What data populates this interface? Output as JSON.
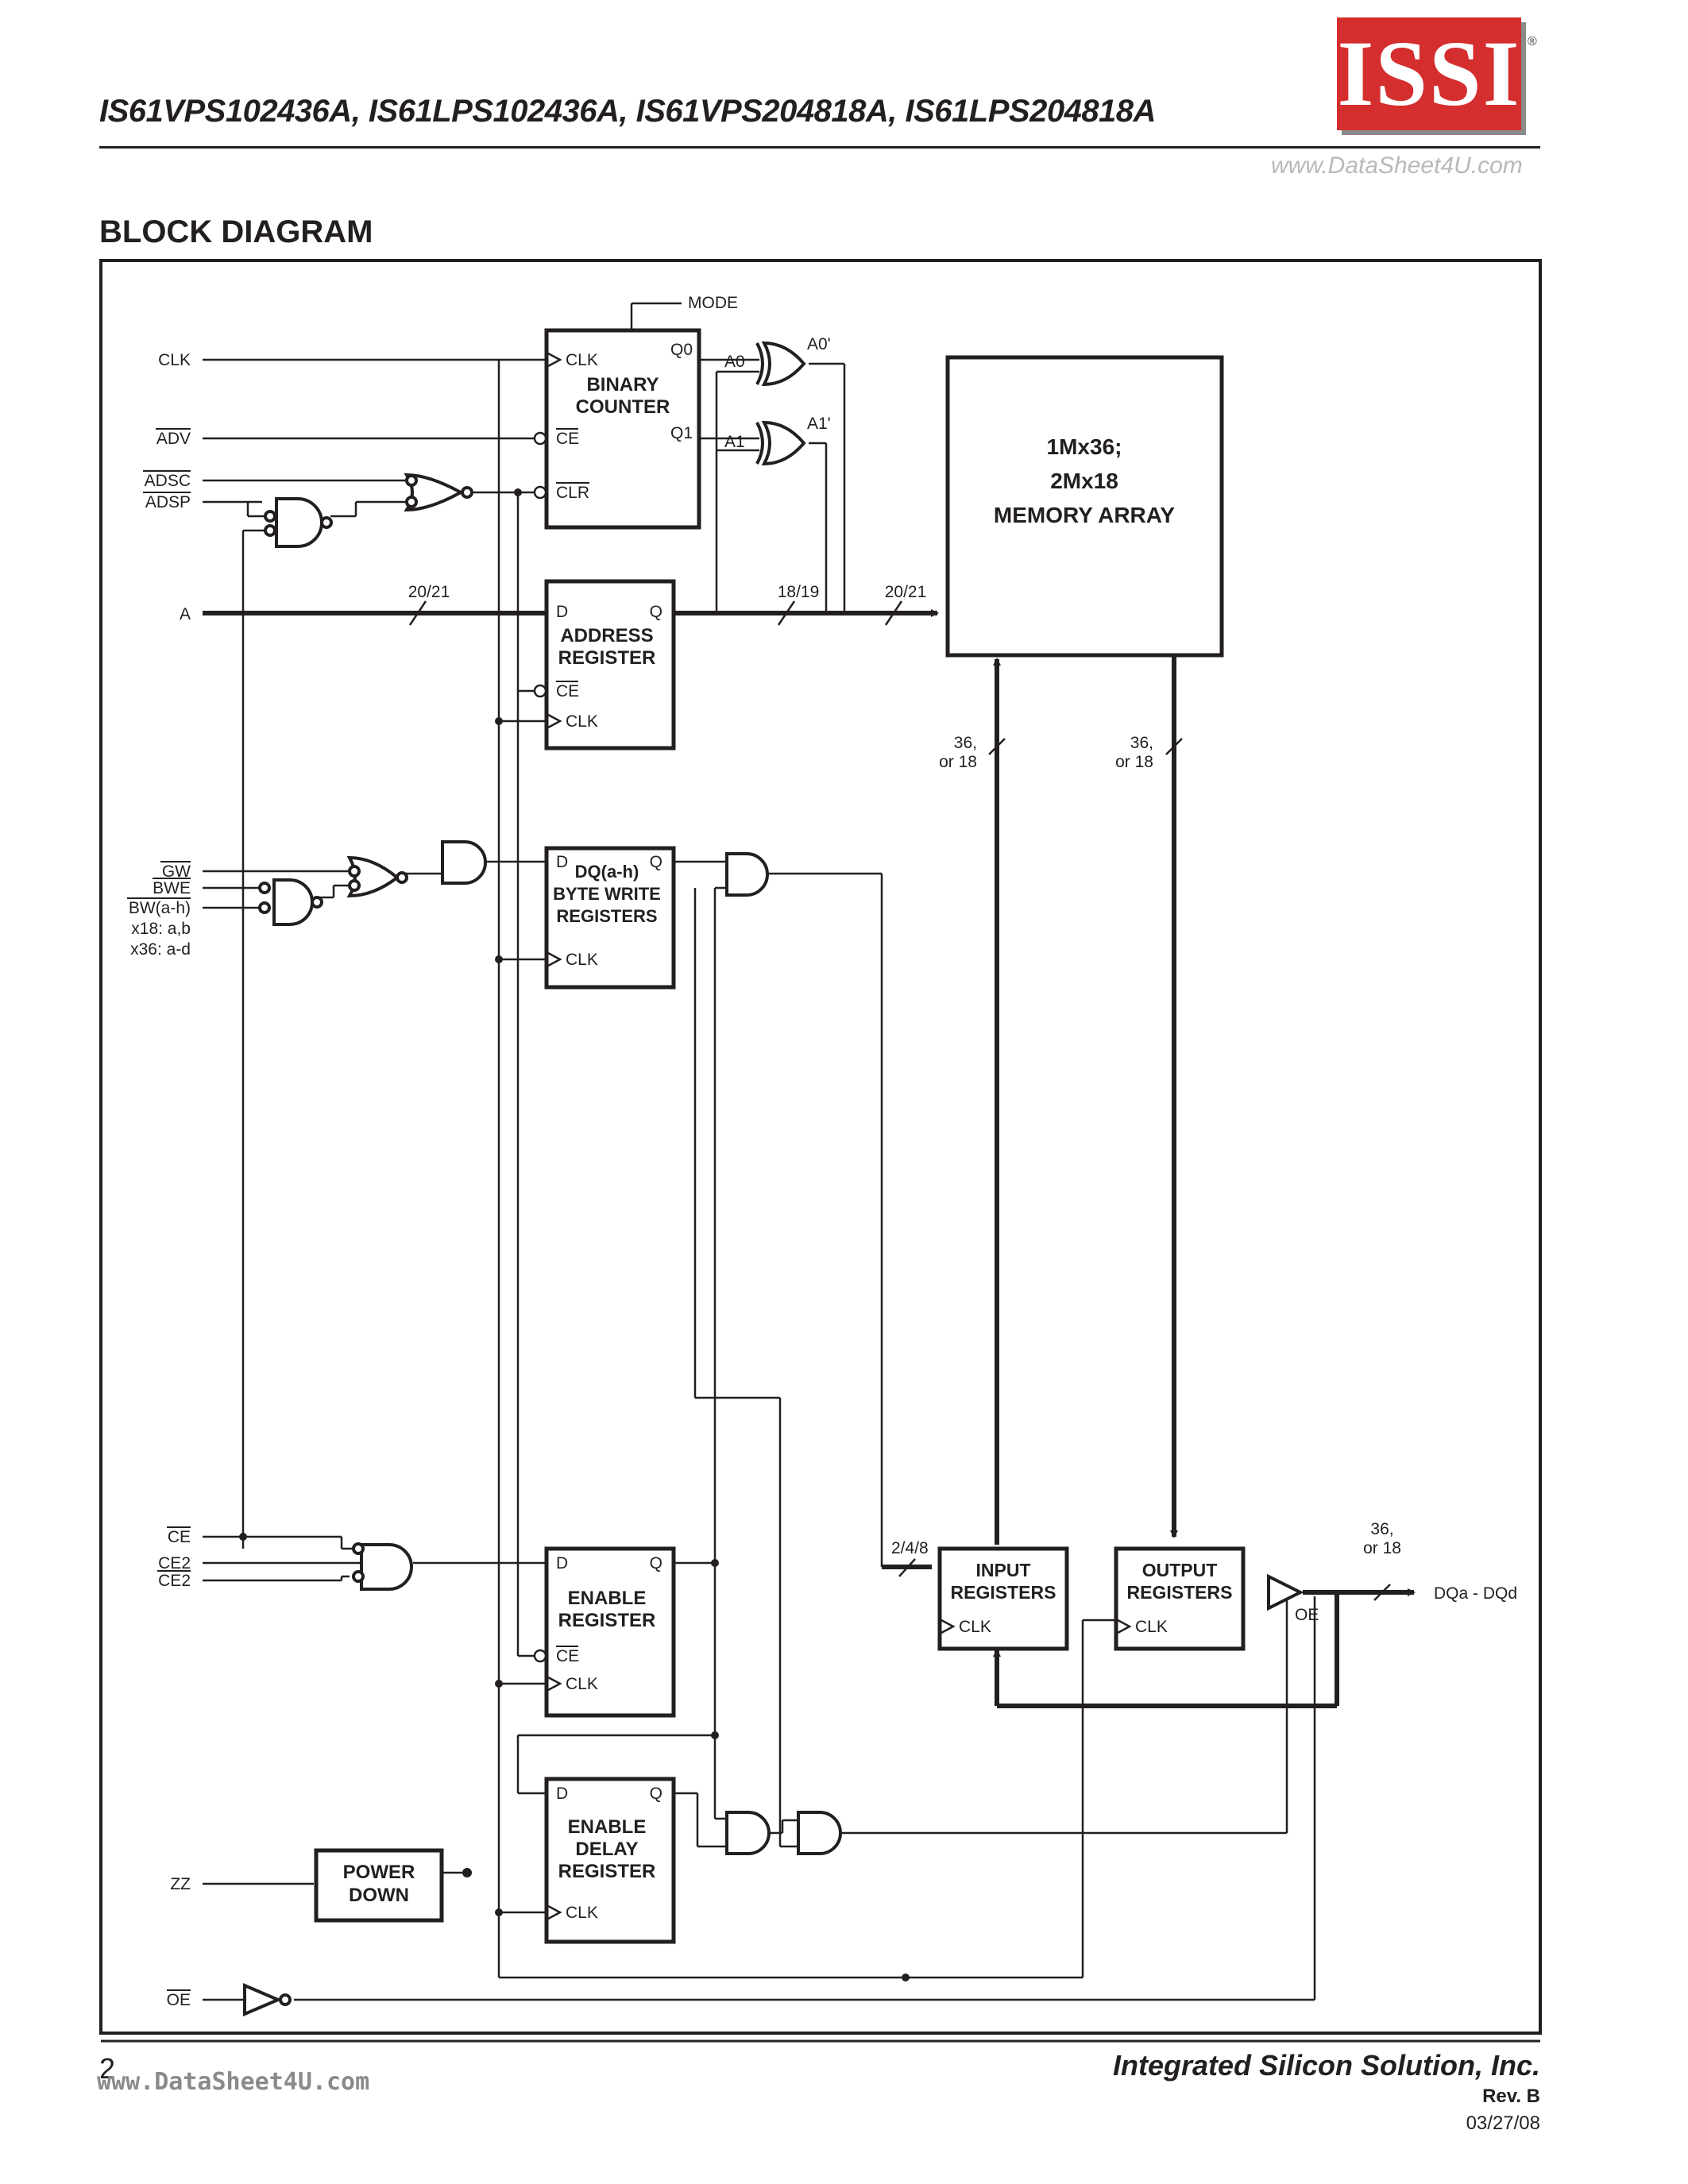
{
  "header": {
    "part_numbers": "IS61VPS102436A,  IS61LPS102436A, IS61VPS204818A, IS61LPS204818A",
    "logo_text": "ISSI",
    "logo_registered": "®",
    "watermark": "www.DataSheet4U.com"
  },
  "section_title": "BLOCK DIAGRAM",
  "diagram": {
    "inputs": {
      "clk": "CLK",
      "adv": "ADV",
      "adsc": "ADSC",
      "adsp": "ADSP",
      "a": "A",
      "gw": "GW",
      "bwe": "BWE",
      "bw": "BW(a-h)",
      "x18": "x18: a,b",
      "x36": "x36: a-d",
      "ce": "CE",
      "ce2": "CE2",
      "ce2b": "CE2",
      "zz": "ZZ",
      "oe": "OE"
    },
    "mode": "MODE",
    "blocks": {
      "binary_counter": {
        "l1": "BINARY",
        "l2": "COUNTER",
        "clk": "CLK",
        "ce": "CE",
        "clr": "CLR",
        "q0": "Q0",
        "q1": "Q1"
      },
      "address_register": {
        "l1": "ADDRESS",
        "l2": "REGISTER",
        "d": "D",
        "q": "Q",
        "ce": "CE",
        "clk": "CLK"
      },
      "byte_write": {
        "l1": "DQ(a-h)",
        "l2": "BYTE WRITE",
        "l3": "REGISTERS",
        "d": "D",
        "q": "Q",
        "clk": "CLK"
      },
      "memory_array": {
        "l1": "1Mx36;",
        "l2": "2Mx18",
        "l3": "MEMORY ARRAY"
      },
      "enable_register": {
        "l1": "ENABLE",
        "l2": "REGISTER",
        "d": "D",
        "q": "Q",
        "ce": "CE",
        "clk": "CLK"
      },
      "enable_delay": {
        "l1": "ENABLE",
        "l2": "DELAY",
        "l3": "REGISTER",
        "d": "D",
        "q": "Q",
        "clk": "CLK"
      },
      "input_registers": {
        "l1": "INPUT",
        "l2": "REGISTERS",
        "clk": "CLK"
      },
      "output_registers": {
        "l1": "OUTPUT",
        "l2": "REGISTERS",
        "clk": "CLK"
      },
      "power_down": {
        "l1": "POWER",
        "l2": "DOWN"
      }
    },
    "signals": {
      "a0": "A0",
      "a1": "A1",
      "a0p": "A0'",
      "a1p": "A1'",
      "bus_20_21": "20/21",
      "bus_18_19": "18/19",
      "bus_20_21b": "20/21",
      "bus_36_a": "36,",
      "bus_18_a": "or 18",
      "bus_36_b": "36,",
      "bus_18_b": "or 18",
      "bus_36_c": "36,",
      "bus_18_c": "or 18",
      "bus_248": "2/4/8",
      "oe_tri": "OE",
      "dq": "DQa - DQd"
    }
  },
  "footer": {
    "page_number": "2",
    "watermark": "www.DataSheet4U.com",
    "company": "Integrated Silicon Solution, Inc.",
    "rev": "Rev.  B",
    "date": "03/27/08"
  }
}
